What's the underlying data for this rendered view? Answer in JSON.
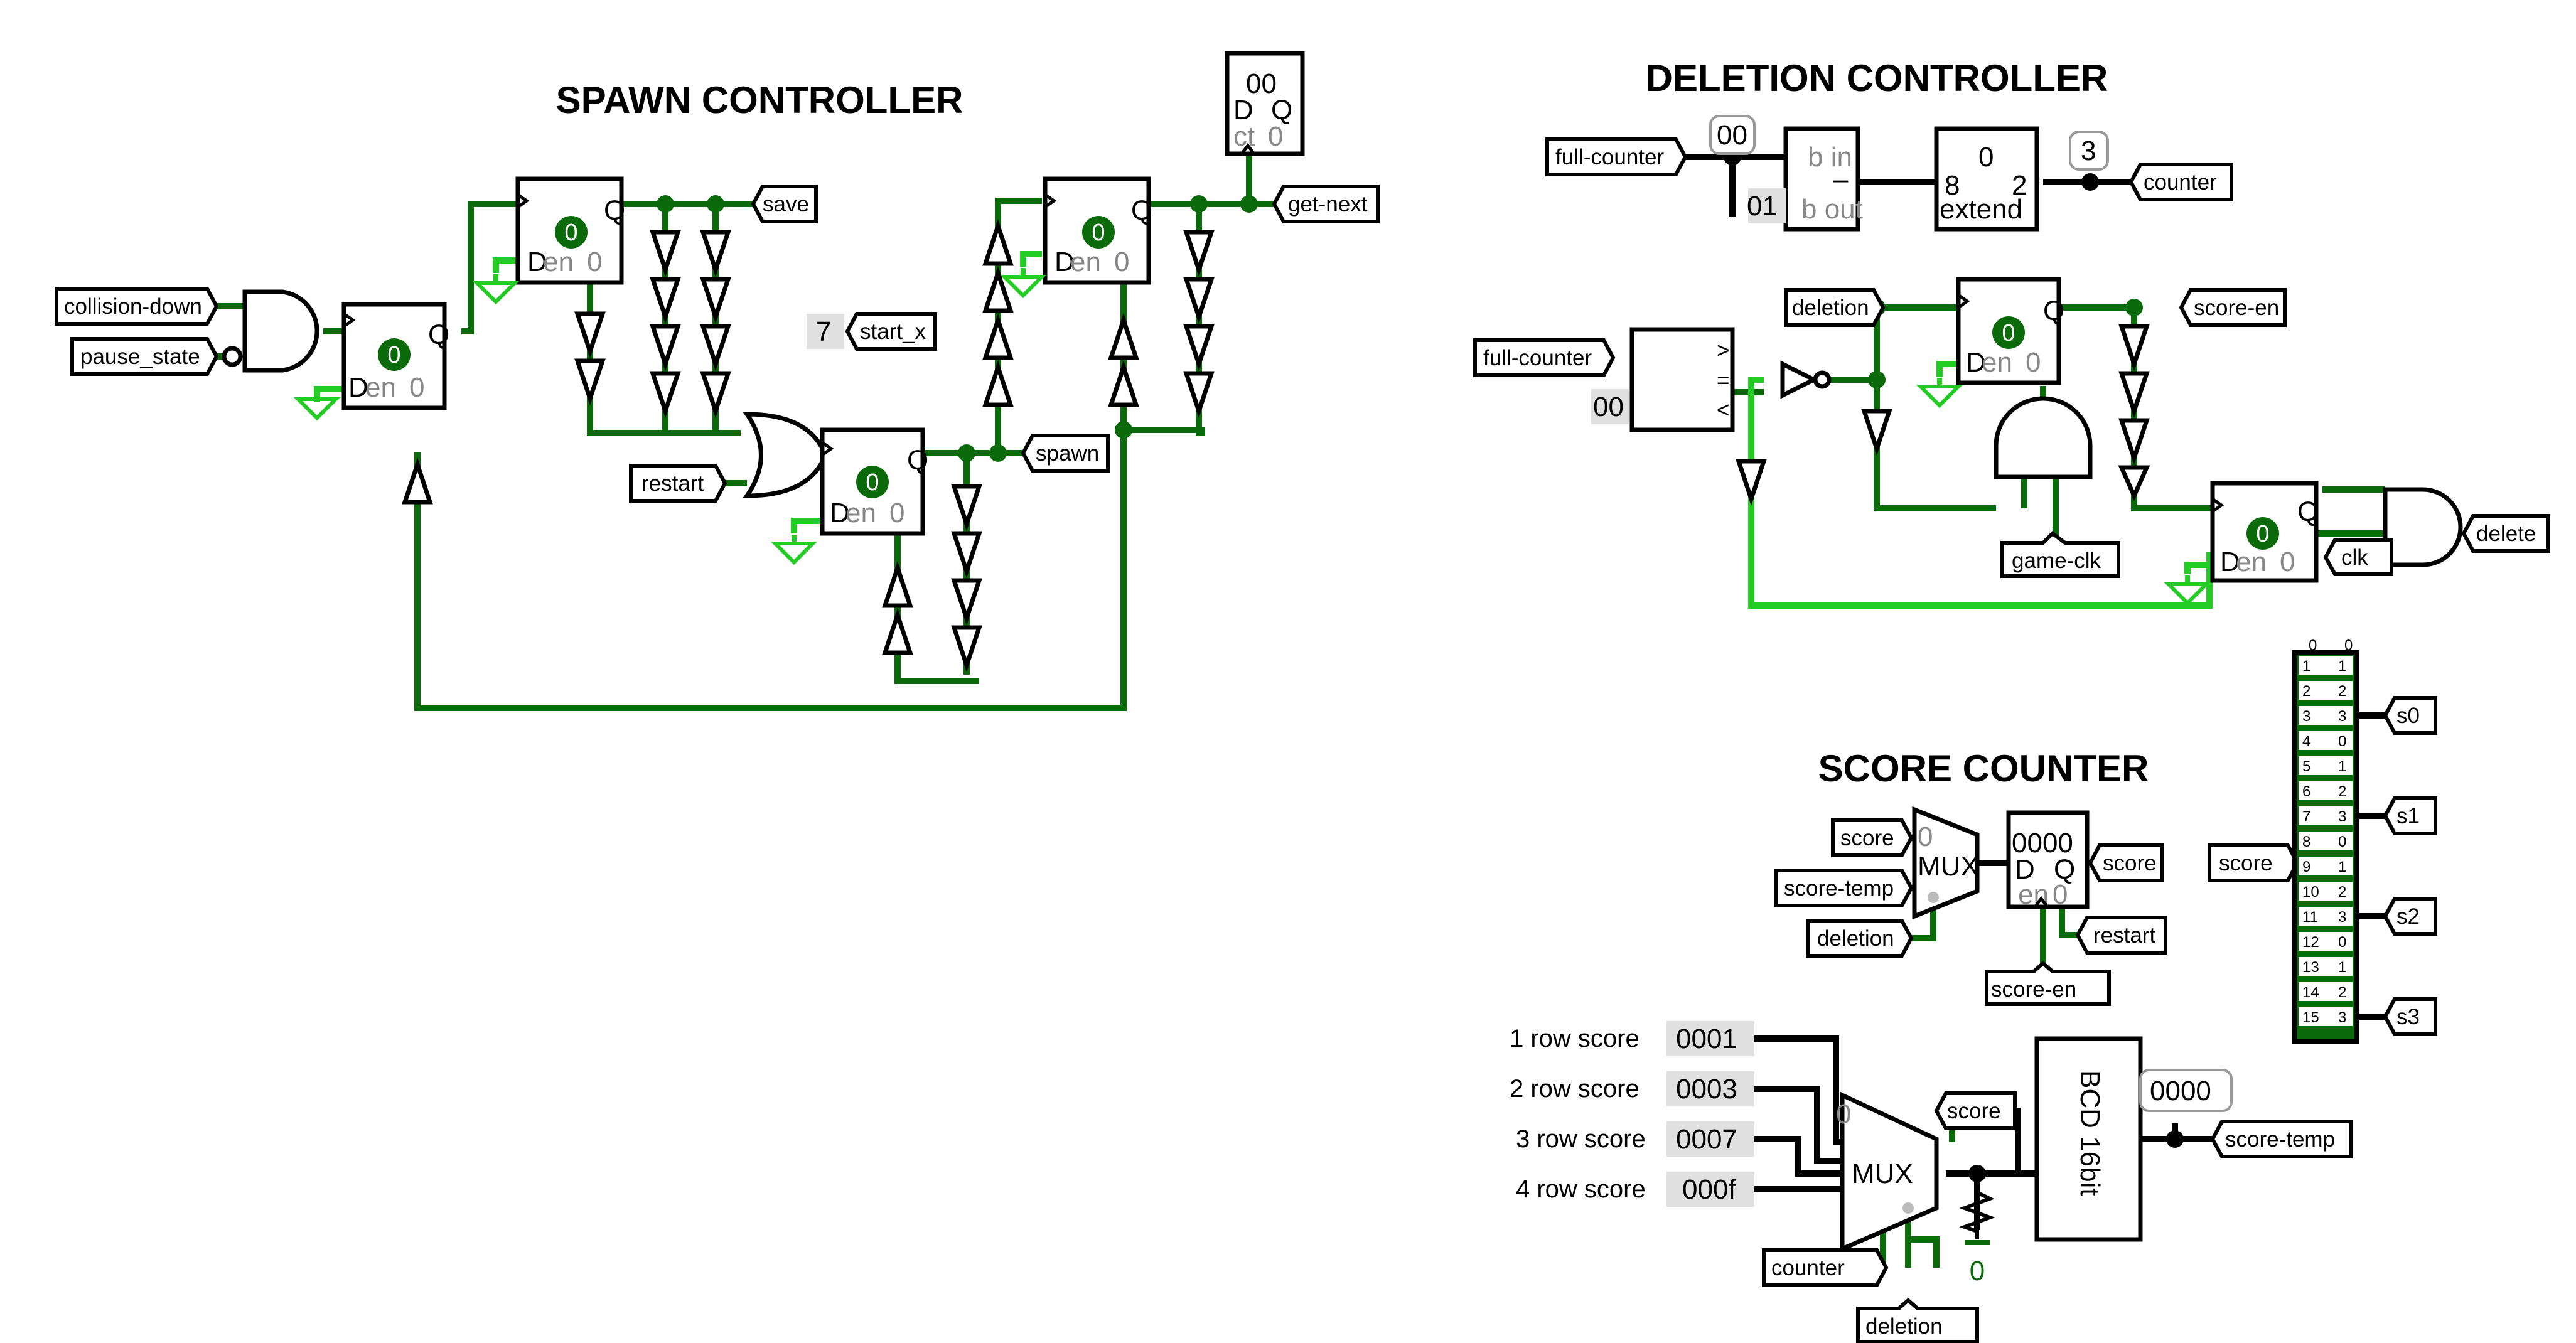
{
  "spawn_controller": {
    "title": "SPAWN CONTROLLER",
    "tunnels": {
      "collision_down": "collision-down",
      "pause_state": "pause_state",
      "save": "save",
      "restart": "restart",
      "spawn": "spawn",
      "get_next": "get-next",
      "start_x": "start_x"
    },
    "start_x_const": "7",
    "register_value": "00",
    "register_labels": {
      "d": "D",
      "q": "Q",
      "ct": "ct",
      "zero": "0"
    },
    "ff_labels": {
      "q": "Q",
      "d": "D",
      "en": "en",
      "zero": "0",
      "bit": "0"
    }
  },
  "deletion_controller": {
    "title": "DELETION CONTROLLER",
    "tunnels": {
      "full_counter_1": "full-counter",
      "full_counter_2": "full-counter",
      "counter": "counter",
      "deletion": "deletion",
      "score_en": "score-en",
      "game_clk": "game-clk",
      "clk": "clk",
      "delete": "delete"
    },
    "probe_in": "00",
    "borrow_const": "01",
    "const_00": "00",
    "probe_out": "3",
    "subtractor": {
      "b_in": "b in",
      "minus": "–",
      "b_out": "b out"
    },
    "extender": {
      "top": "0",
      "left": "8",
      "right": "2",
      "label": "extend"
    },
    "comparator": {
      "gt": ">",
      "eq": "=",
      "lt": "<"
    }
  },
  "score_counter": {
    "title": "SCORE COUNTER",
    "tunnels": {
      "score_in": "score",
      "score_temp_in": "score-temp",
      "deletion_in": "deletion",
      "score_out": "score",
      "restart": "restart",
      "score_en": "score-en",
      "score_mux2": "score",
      "score_temp_out": "score-temp",
      "counter": "counter",
      "deletion_2": "deletion",
      "splitter_score": "score"
    },
    "mux_label": "MUX",
    "mux_zero": "0",
    "register_value": "0000",
    "register_labels": {
      "d": "D",
      "q": "Q",
      "en": "en",
      "zero": "0"
    },
    "row_scores": [
      {
        "label": "1 row score",
        "value": "0001"
      },
      {
        "label": "2 row score",
        "value": "0003"
      },
      {
        "label": "3 row score",
        "value": "0007"
      },
      {
        "label": "4 row score",
        "value": "000f"
      }
    ],
    "bcd_label": "BCD 16bit",
    "bcd_probe": "0000",
    "pulldown_value": "0",
    "splitter": {
      "header_left": "0",
      "header_right": "0",
      "rows": [
        {
          "bit": "1",
          "out": "1"
        },
        {
          "bit": "2",
          "out": "2"
        },
        {
          "bit": "3",
          "out": "3"
        },
        {
          "bit": "4",
          "out": "0"
        },
        {
          "bit": "5",
          "out": "1"
        },
        {
          "bit": "6",
          "out": "2"
        },
        {
          "bit": "7",
          "out": "3"
        },
        {
          "bit": "8",
          "out": "0"
        },
        {
          "bit": "9",
          "out": "1"
        },
        {
          "bit": "10",
          "out": "2"
        },
        {
          "bit": "11",
          "out": "3"
        },
        {
          "bit": "12",
          "out": "0"
        },
        {
          "bit": "13",
          "out": "1"
        },
        {
          "bit": "14",
          "out": "2"
        },
        {
          "bit": "15",
          "out": "3"
        }
      ],
      "outputs": [
        "s0",
        "s1",
        "s2",
        "s3"
      ]
    }
  },
  "colors": {
    "wire_dark": "#0b6b0b",
    "wire_light": "#22cc22",
    "bus": "#000000",
    "gray_text": "#888888"
  }
}
